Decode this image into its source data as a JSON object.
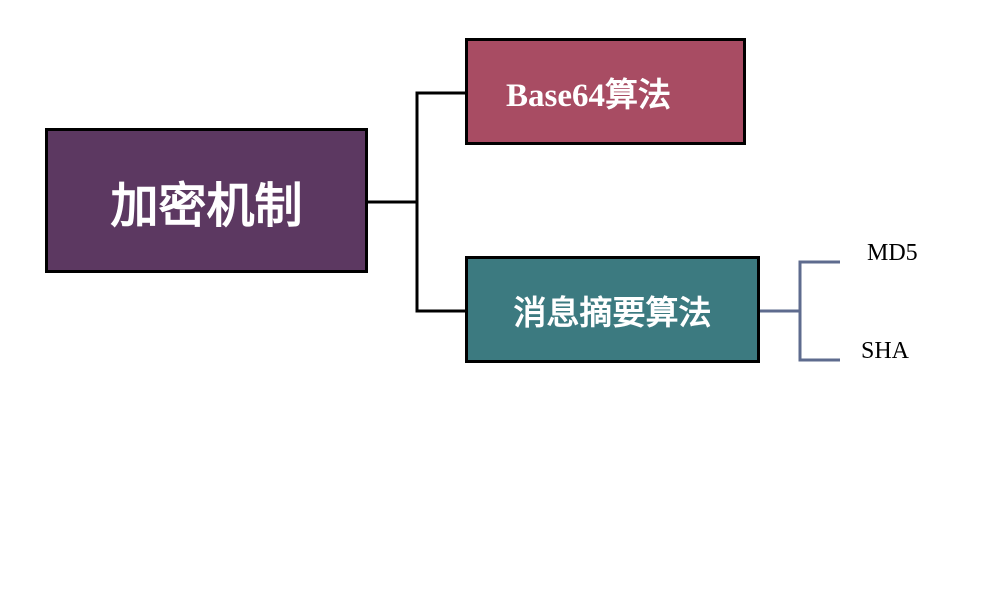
{
  "diagram": {
    "root": {
      "label": "加密机制",
      "color": "#5C3861"
    },
    "children": [
      {
        "label": "Base64算法",
        "color": "#A84C63"
      },
      {
        "label": "消息摘要算法",
        "color": "#3C7A80",
        "children": [
          {
            "label": "MD5"
          },
          {
            "label": "SHA"
          }
        ]
      }
    ],
    "connector_colors": {
      "primary": "#000000",
      "secondary": "#5E6B8E"
    }
  }
}
